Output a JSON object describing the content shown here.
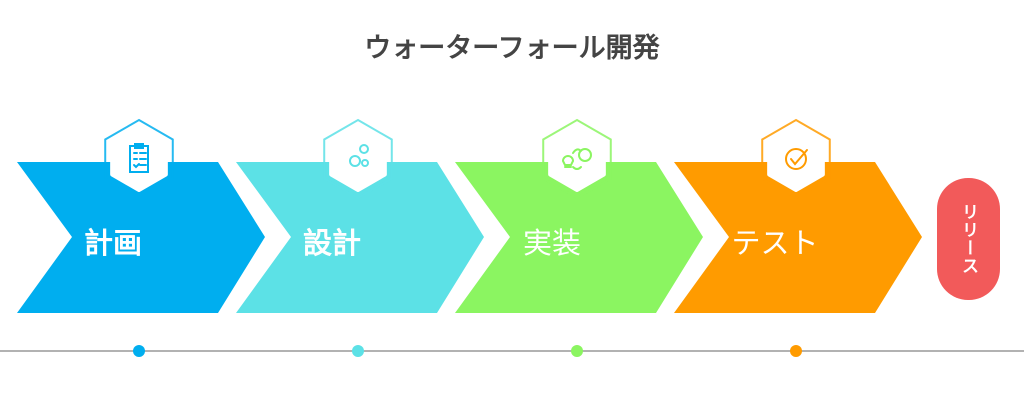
{
  "title": "ウォーターフォール開発",
  "steps": [
    {
      "label": "計画",
      "color": "#00aeef",
      "icon": "clipboard-checklist-icon"
    },
    {
      "label": "設計",
      "color": "#5ce1e6",
      "icon": "gears-icon"
    },
    {
      "label": "実装",
      "color": "#8bf561",
      "icon": "lightbulb-gear-icon"
    },
    {
      "label": "テスト",
      "color": "#ff9b00",
      "icon": "check-circle-icon"
    }
  ],
  "release": {
    "label": "リリース",
    "color": "#f25a5a"
  },
  "timeline_color": "#999999"
}
